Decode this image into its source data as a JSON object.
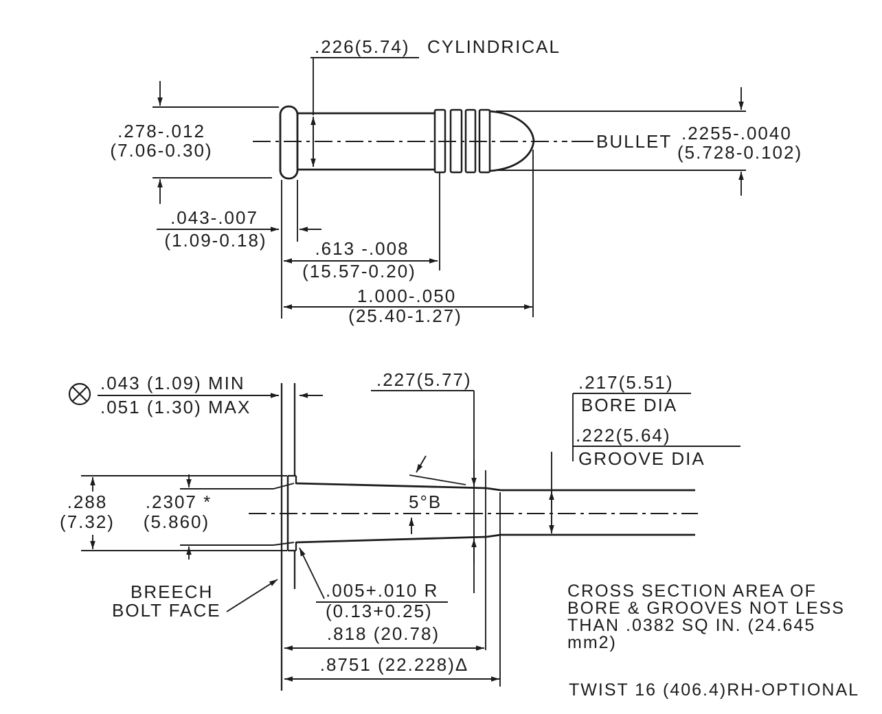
{
  "drawing": {
    "kind": "technical-drawing",
    "subject": "rimfire cartridge and chamber section",
    "cartridge": {
      "cylindrical_dim": ".226(5.74)",
      "cylindrical_label": "CYLINDRICAL",
      "rim_dia_in": ".278-.012",
      "rim_dia_mm": "(7.06-0.30)",
      "rim_thickness_in": ".043-.007",
      "rim_thickness_mm": "(1.09-0.18)",
      "case_length_in": ".613 -.008",
      "case_length_mm": "(15.57-0.20)",
      "overall_length_in": "1.000-.050",
      "overall_length_mm": "(25.40-1.27)",
      "bullet_label": "BULLET",
      "bullet_dia_in": ".2255-.0040",
      "bullet_dia_mm": "(5.728-0.102)"
    },
    "chamber": {
      "headspace_min": ".043 (1.09) MIN",
      "headspace_max": ".051 (1.30) MAX",
      "chamber_end_dia": ".227(5.77)",
      "bore_dia": ".217(5.51)",
      "bore_dia_label": "BORE DIA",
      "groove_dia": ".222(5.64)",
      "groove_dia_label": "GROOVE DIA",
      "rim_recess_dia_in": ".288",
      "rim_recess_dia_mm": "(7.32)",
      "chamber_mouth_dia_in": ".2307 *",
      "chamber_mouth_dia_mm": "(5.860)",
      "taper_label": "5°B",
      "breech_label_line1": "BREECH",
      "breech_label_line2": "BOLT FACE",
      "corner_radius_in": ".005+.010 R",
      "corner_radius_mm": "(0.13+0.25)",
      "chamber_length_1": ".818 (20.78)",
      "chamber_length_2": ".8751 (22.228)Δ",
      "note_line1": "CROSS SECTION AREA OF",
      "note_line2": "BORE & GROOVES  NOT LESS",
      "note_line3": "THAN .0382  SQ IN. (24.645",
      "note_line4": "mm2)",
      "twist_note": "TWIST 16 (406.4)RH-OPTIONAL"
    }
  }
}
